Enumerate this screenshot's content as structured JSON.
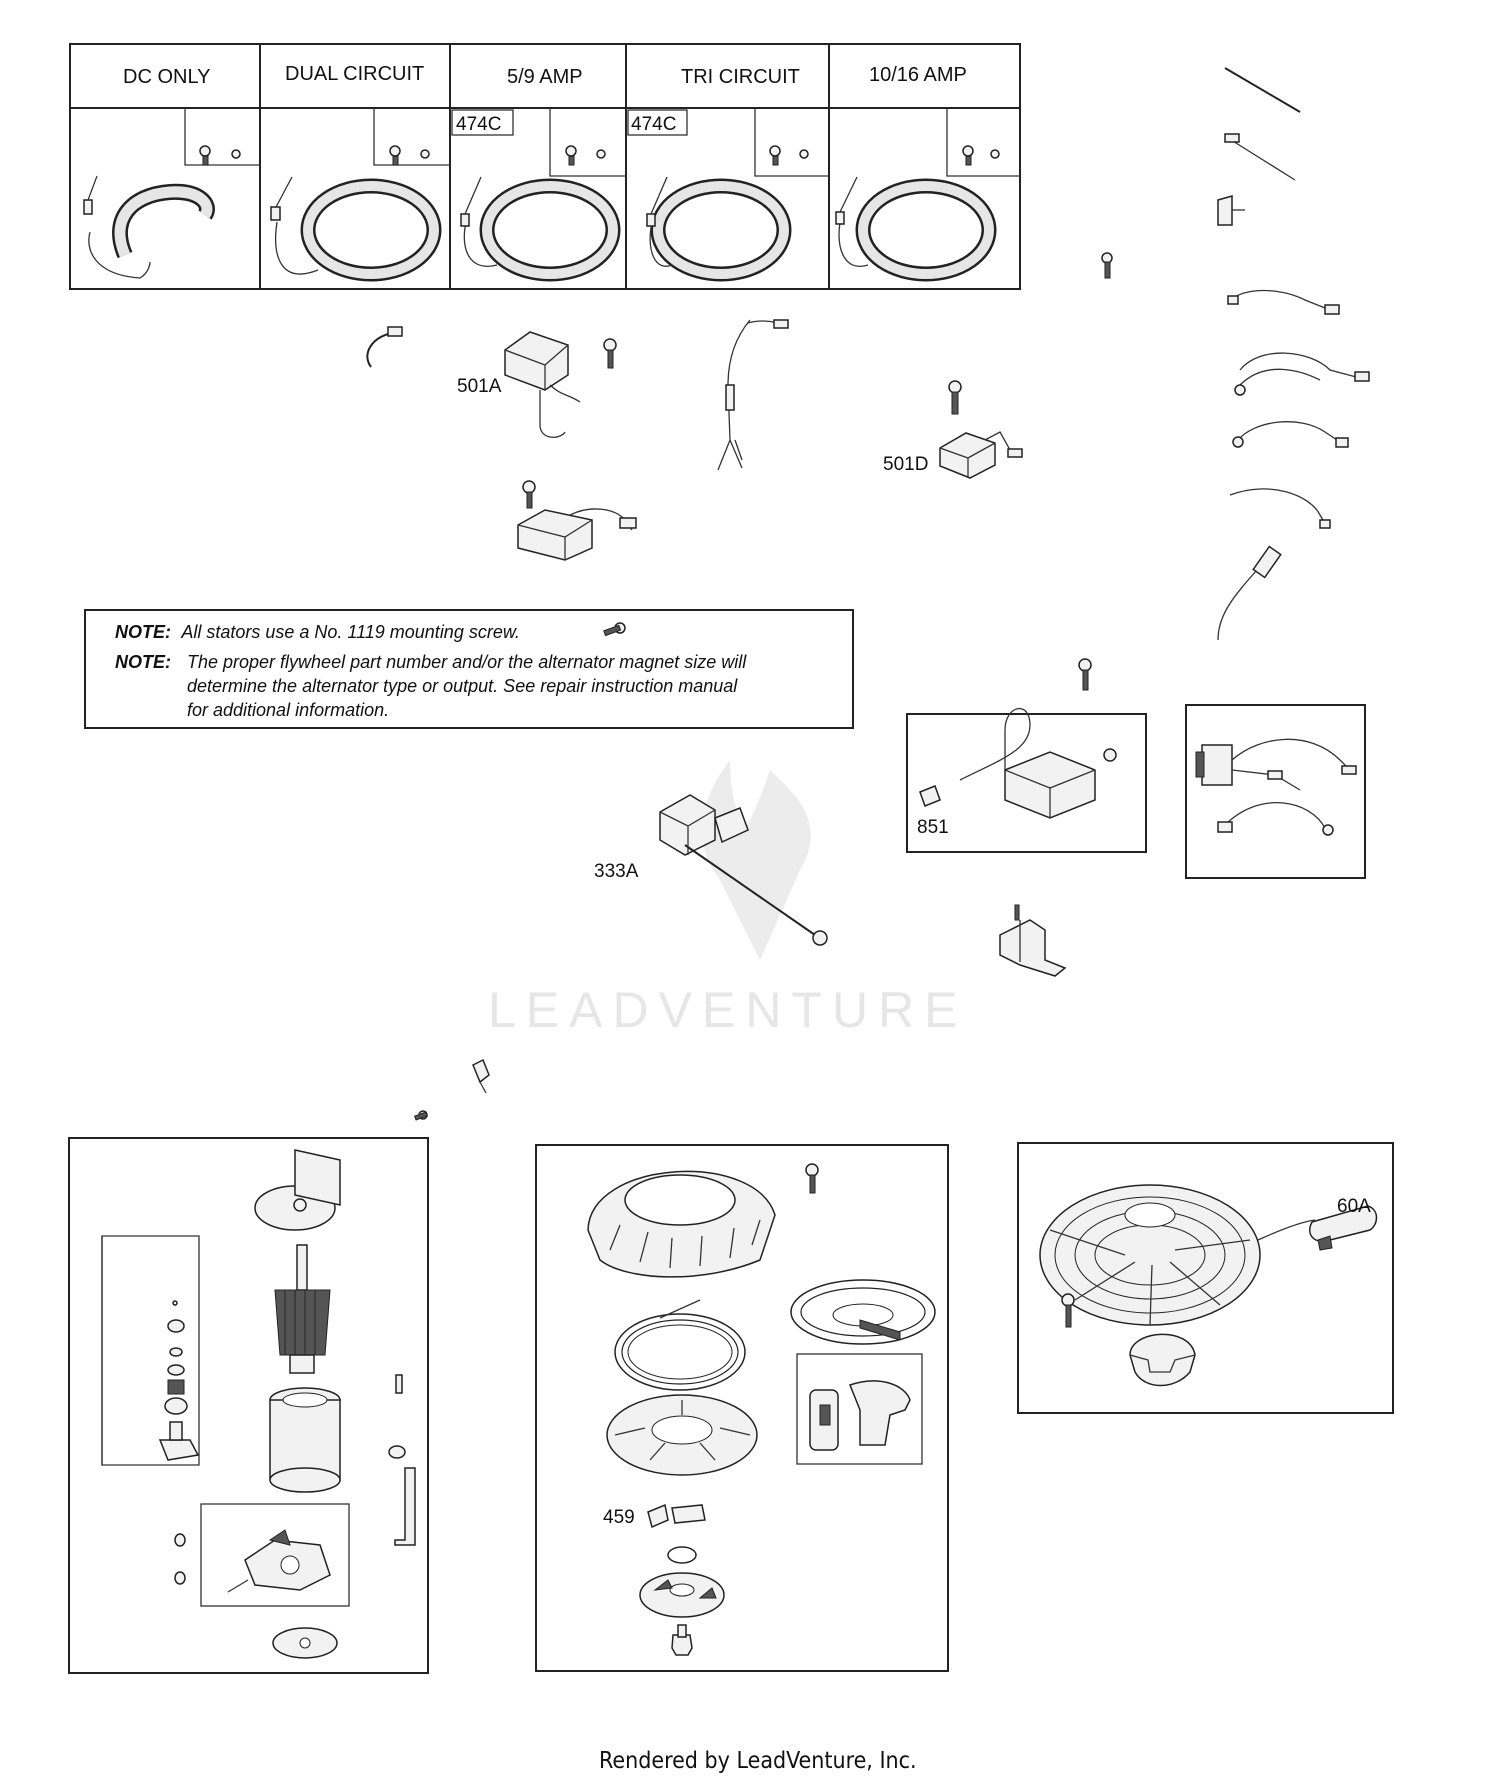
{
  "headers": [
    "DC ONLY",
    "DUAL CIRCUIT",
    "5/9 AMP",
    "TRI CIRCUIT",
    "10/16 AMP"
  ],
  "labels": {
    "l474c_a": "474C",
    "l474c_b": "474C",
    "l501a": "501A",
    "l501d": "501D",
    "l333a": "333A",
    "l851": "851",
    "l459": "459",
    "l60a": "60A"
  },
  "notes": {
    "n1_label": "NOTE:",
    "n1_text": "All stators use a No. 1119 mounting screw.",
    "n2_label": "NOTE:",
    "n2_line1": "The proper flywheel part number and/or the alternator magnet size will",
    "n2_line2": "determine the alternator type or output. See repair instruction manual",
    "n2_line3": "for additional information."
  },
  "watermark": "LEADVENTURE",
  "footer": "Rendered by LeadVenture, Inc."
}
